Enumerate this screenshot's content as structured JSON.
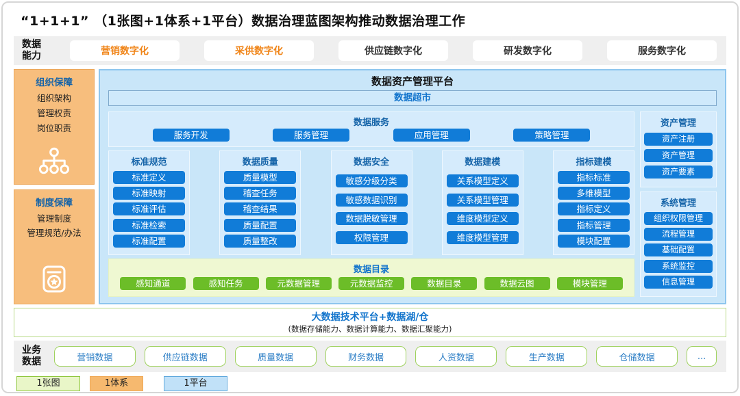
{
  "title": "“1+1+1”   （1张图+1体系+1平台）数据治理蓝图架构推动数据治理工作",
  "colors": {
    "highlight_text": "#F08519",
    "blue_button": "#117CD8",
    "green_button": "#6CBD28",
    "platform_bg": "#C9E6F9",
    "catalog_bg": "#EFF8D2",
    "guarantee_bg": "#F7BE7D",
    "band_bg": "#EFEFEF",
    "dark_blue_title": "#1463A8"
  },
  "capability": {
    "label": "数据能力",
    "items": [
      {
        "label": "营销数字化"
      },
      {
        "label": "采供数字化"
      },
      {
        "label": "供应链数字化"
      },
      {
        "label": "研发数字化"
      },
      {
        "label": "服务数字化"
      }
    ]
  },
  "sidebar": {
    "org": {
      "title": "组织保障",
      "items": [
        "组织架构",
        "管理权责",
        "岗位职责"
      ],
      "icon": "org-chart-icon"
    },
    "policy": {
      "title": "制度保障",
      "items": [
        "管理制度",
        "管理规范/办法"
      ],
      "icon": "stamp-certificate-icon"
    }
  },
  "platform": {
    "title": "数据资产管理平台",
    "data_mart": "数据超市",
    "data_service": {
      "title": "数据服务",
      "buttons": [
        "服务开发",
        "服务管理",
        "应用管理",
        "策略管理"
      ]
    },
    "columns": [
      {
        "title": "标准规范",
        "buttons": [
          "标准定义",
          "标准映射",
          "标准评估",
          "标准检索",
          "标准配置"
        ]
      },
      {
        "title": "数据质量",
        "buttons": [
          "质量模型",
          "稽查任务",
          "稽查结果",
          "质量配置",
          "质量整改"
        ]
      },
      {
        "title": "数据安全",
        "buttons": [
          "敏感分级分类",
          "敏感数据识别",
          "数据脱敏管理",
          "权限管理"
        ]
      },
      {
        "title": "数据建模",
        "buttons": [
          "关系模型定义",
          "关系模型管理",
          "维度模型定义",
          "维度模型管理"
        ]
      },
      {
        "title": "指标建模",
        "buttons": [
          "指标标准",
          "多维模型",
          "指标定义",
          "指标管理",
          "模块配置"
        ]
      }
    ],
    "asset": {
      "title": "资产管理",
      "buttons": [
        "资产注册",
        "资产管理",
        "资产要素"
      ]
    },
    "system": {
      "title": "系统管理",
      "buttons": [
        "组织权限管理",
        "流程管理",
        "基础配置",
        "系统监控",
        "信息管理"
      ]
    },
    "catalog": {
      "title": "数据目录",
      "buttons": [
        "感知通道",
        "感知任务",
        "元数据管理",
        "元数据监控",
        "数据目录",
        "数据云图",
        "模块管理"
      ]
    }
  },
  "bigdata": {
    "title": "大数据技术平台+数据湖/仓",
    "subtitle": "(数据存储能力、数据计算能力、数据汇聚能力)"
  },
  "business": {
    "label": "业务数据",
    "items": [
      "营销数据",
      "供应链数据",
      "质量数据",
      "财务数据",
      "人资数据",
      "生产数据",
      "仓储数据",
      "..."
    ]
  },
  "legend": {
    "items": [
      {
        "label": "1张图"
      },
      {
        "label": "1体系"
      },
      {
        "label": "1平台"
      }
    ]
  }
}
